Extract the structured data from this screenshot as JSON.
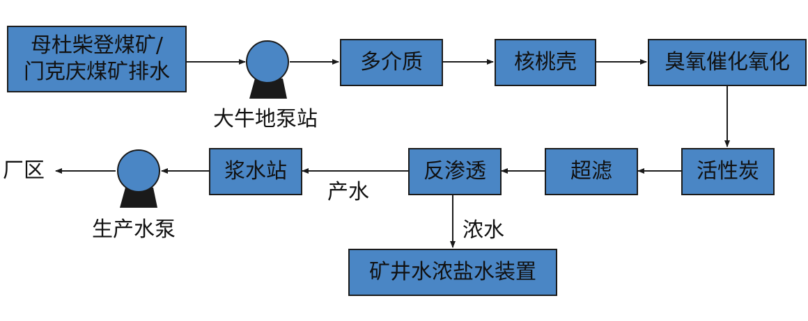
{
  "nodes": {
    "source_line1": "母杜柴登煤矿/",
    "source_line2": "门克庆煤矿排水",
    "pump_station": "大牛地泵站",
    "multimedia": "多介质",
    "walnut_shell": "核桃壳",
    "ozone": "臭氧催化氧化",
    "activated_carbon": "活性炭",
    "ultrafiltration": "超滤",
    "reverse_osmosis": "反渗透",
    "slurry_station": "浆水站",
    "production_pump": "生产水泵",
    "plant_area": "厂区",
    "brine_device": "矿井水浓盐水装置"
  },
  "edge_labels": {
    "product_water": "产水",
    "concentrate": "浓水"
  },
  "colors": {
    "box_fill": "#4a86c5",
    "pump_fill": "#4a86c5",
    "pump_base": "#1a1a1a",
    "line": "#1a1a1a"
  }
}
